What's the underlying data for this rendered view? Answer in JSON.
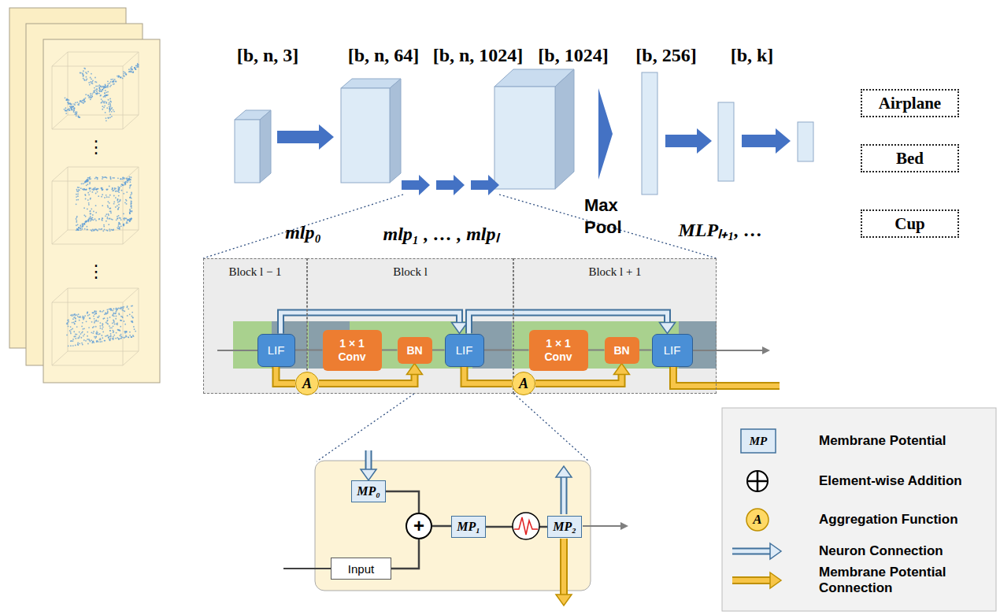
{
  "diagram": {
    "nodes": [
      {
        "text": [
          "Airplane"
        ]
      },
      {
        "text": [
          "Bed"
        ]
      },
      {
        "text": [
          "Cup"
        ]
      },
      {
        "text": [
          "Block l − 1"
        ]
      },
      {
        "text": [
          "Block l"
        ]
      },
      {
        "text": [
          "Block l + 1"
        ]
      },
      {
        "text": [
          "LIF"
        ],
        "in": 3
      },
      {
        "text": [
          "1 × 1 Conv"
        ],
        "in": 4
      },
      {
        "text": [
          "BN"
        ],
        "in": 4
      },
      {
        "text": [
          "LIF"
        ],
        "in": 4
      },
      {
        "text": [
          "1 × 1 Conv"
        ],
        "in": 5
      },
      {
        "text": [
          "BN"
        ],
        "in": 5
      },
      {
        "text": [
          "LIF"
        ],
        "in": 5
      },
      {
        "text": [
          "A"
        ]
      },
      {
        "text": [
          "A"
        ]
      },
      {
        "text": [
          "MP₀"
        ]
      },
      {
        "text": [
          "+"
        ]
      },
      {
        "text": [
          "MP₁"
        ]
      },
      {
        "text": [
          "MP₂"
        ]
      },
      {
        "text": [
          "Input"
        ]
      }
    ],
    "edges": [
      {
        "from": 6,
        "to": 7,
        "arrow": "none"
      },
      {
        "from": 7,
        "to": 8,
        "arrow": "none"
      },
      {
        "from": 8,
        "to": 9,
        "arrow": "none"
      },
      {
        "from": 9,
        "to": 10,
        "arrow": "none"
      },
      {
        "from": 10,
        "to": 11,
        "arrow": "none"
      },
      {
        "from": 11,
        "to": 12,
        "arrow": "none"
      },
      {
        "from": 6,
        "to": 9,
        "arrow": "to"
      },
      {
        "from": 9,
        "to": 12,
        "arrow": "to"
      },
      {
        "from": 6,
        "to": 13,
        "arrow": "none"
      },
      {
        "from": 13,
        "to": 8,
        "arrow": "to"
      },
      {
        "from": 9,
        "to": 14,
        "arrow": "none"
      },
      {
        "from": 14,
        "to": 11,
        "arrow": "to"
      },
      {
        "from": 15,
        "to": 16,
        "arrow": "none"
      },
      {
        "from": 19,
        "to": 16,
        "arrow": "none"
      },
      {
        "from": 16,
        "to": 17,
        "arrow": "none"
      },
      {
        "from": 17,
        "to": 18,
        "arrow": "none"
      }
    ],
    "labels": [
      "[b, n, 3]",
      "[b, n, 64]",
      "[b, n, 1024]",
      "[b, 1024]",
      "[b, 256]",
      "[b, k]",
      "mlp₀",
      "mlp₁ , … , mlpₗ",
      "Max Pool",
      "MLPₗ₊₁, …",
      "⋮",
      "⋮",
      "MP",
      "A"
    ],
    "legend": [
      {
        "text": "Membrane Potential"
      },
      {
        "text": "Element-wise Addition"
      },
      {
        "text": "Aggregation Function"
      },
      {
        "text": "Neuron Connection"
      },
      {
        "text": "Membrane Potential Connection"
      }
    ]
  }
}
